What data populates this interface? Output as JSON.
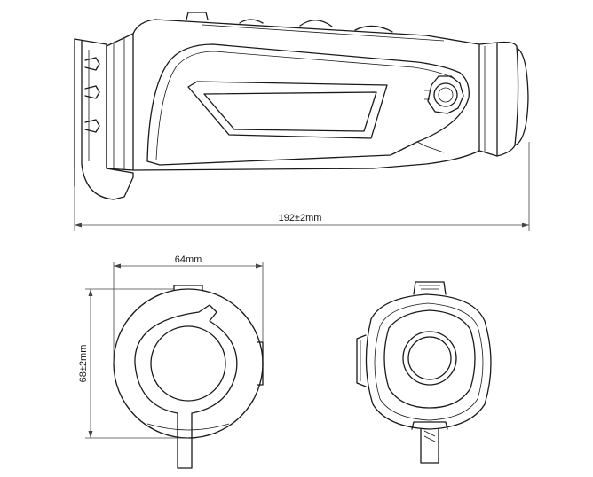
{
  "dimensions": {
    "length": "192±2mm",
    "width": "64mm",
    "height": "68±2mm"
  }
}
